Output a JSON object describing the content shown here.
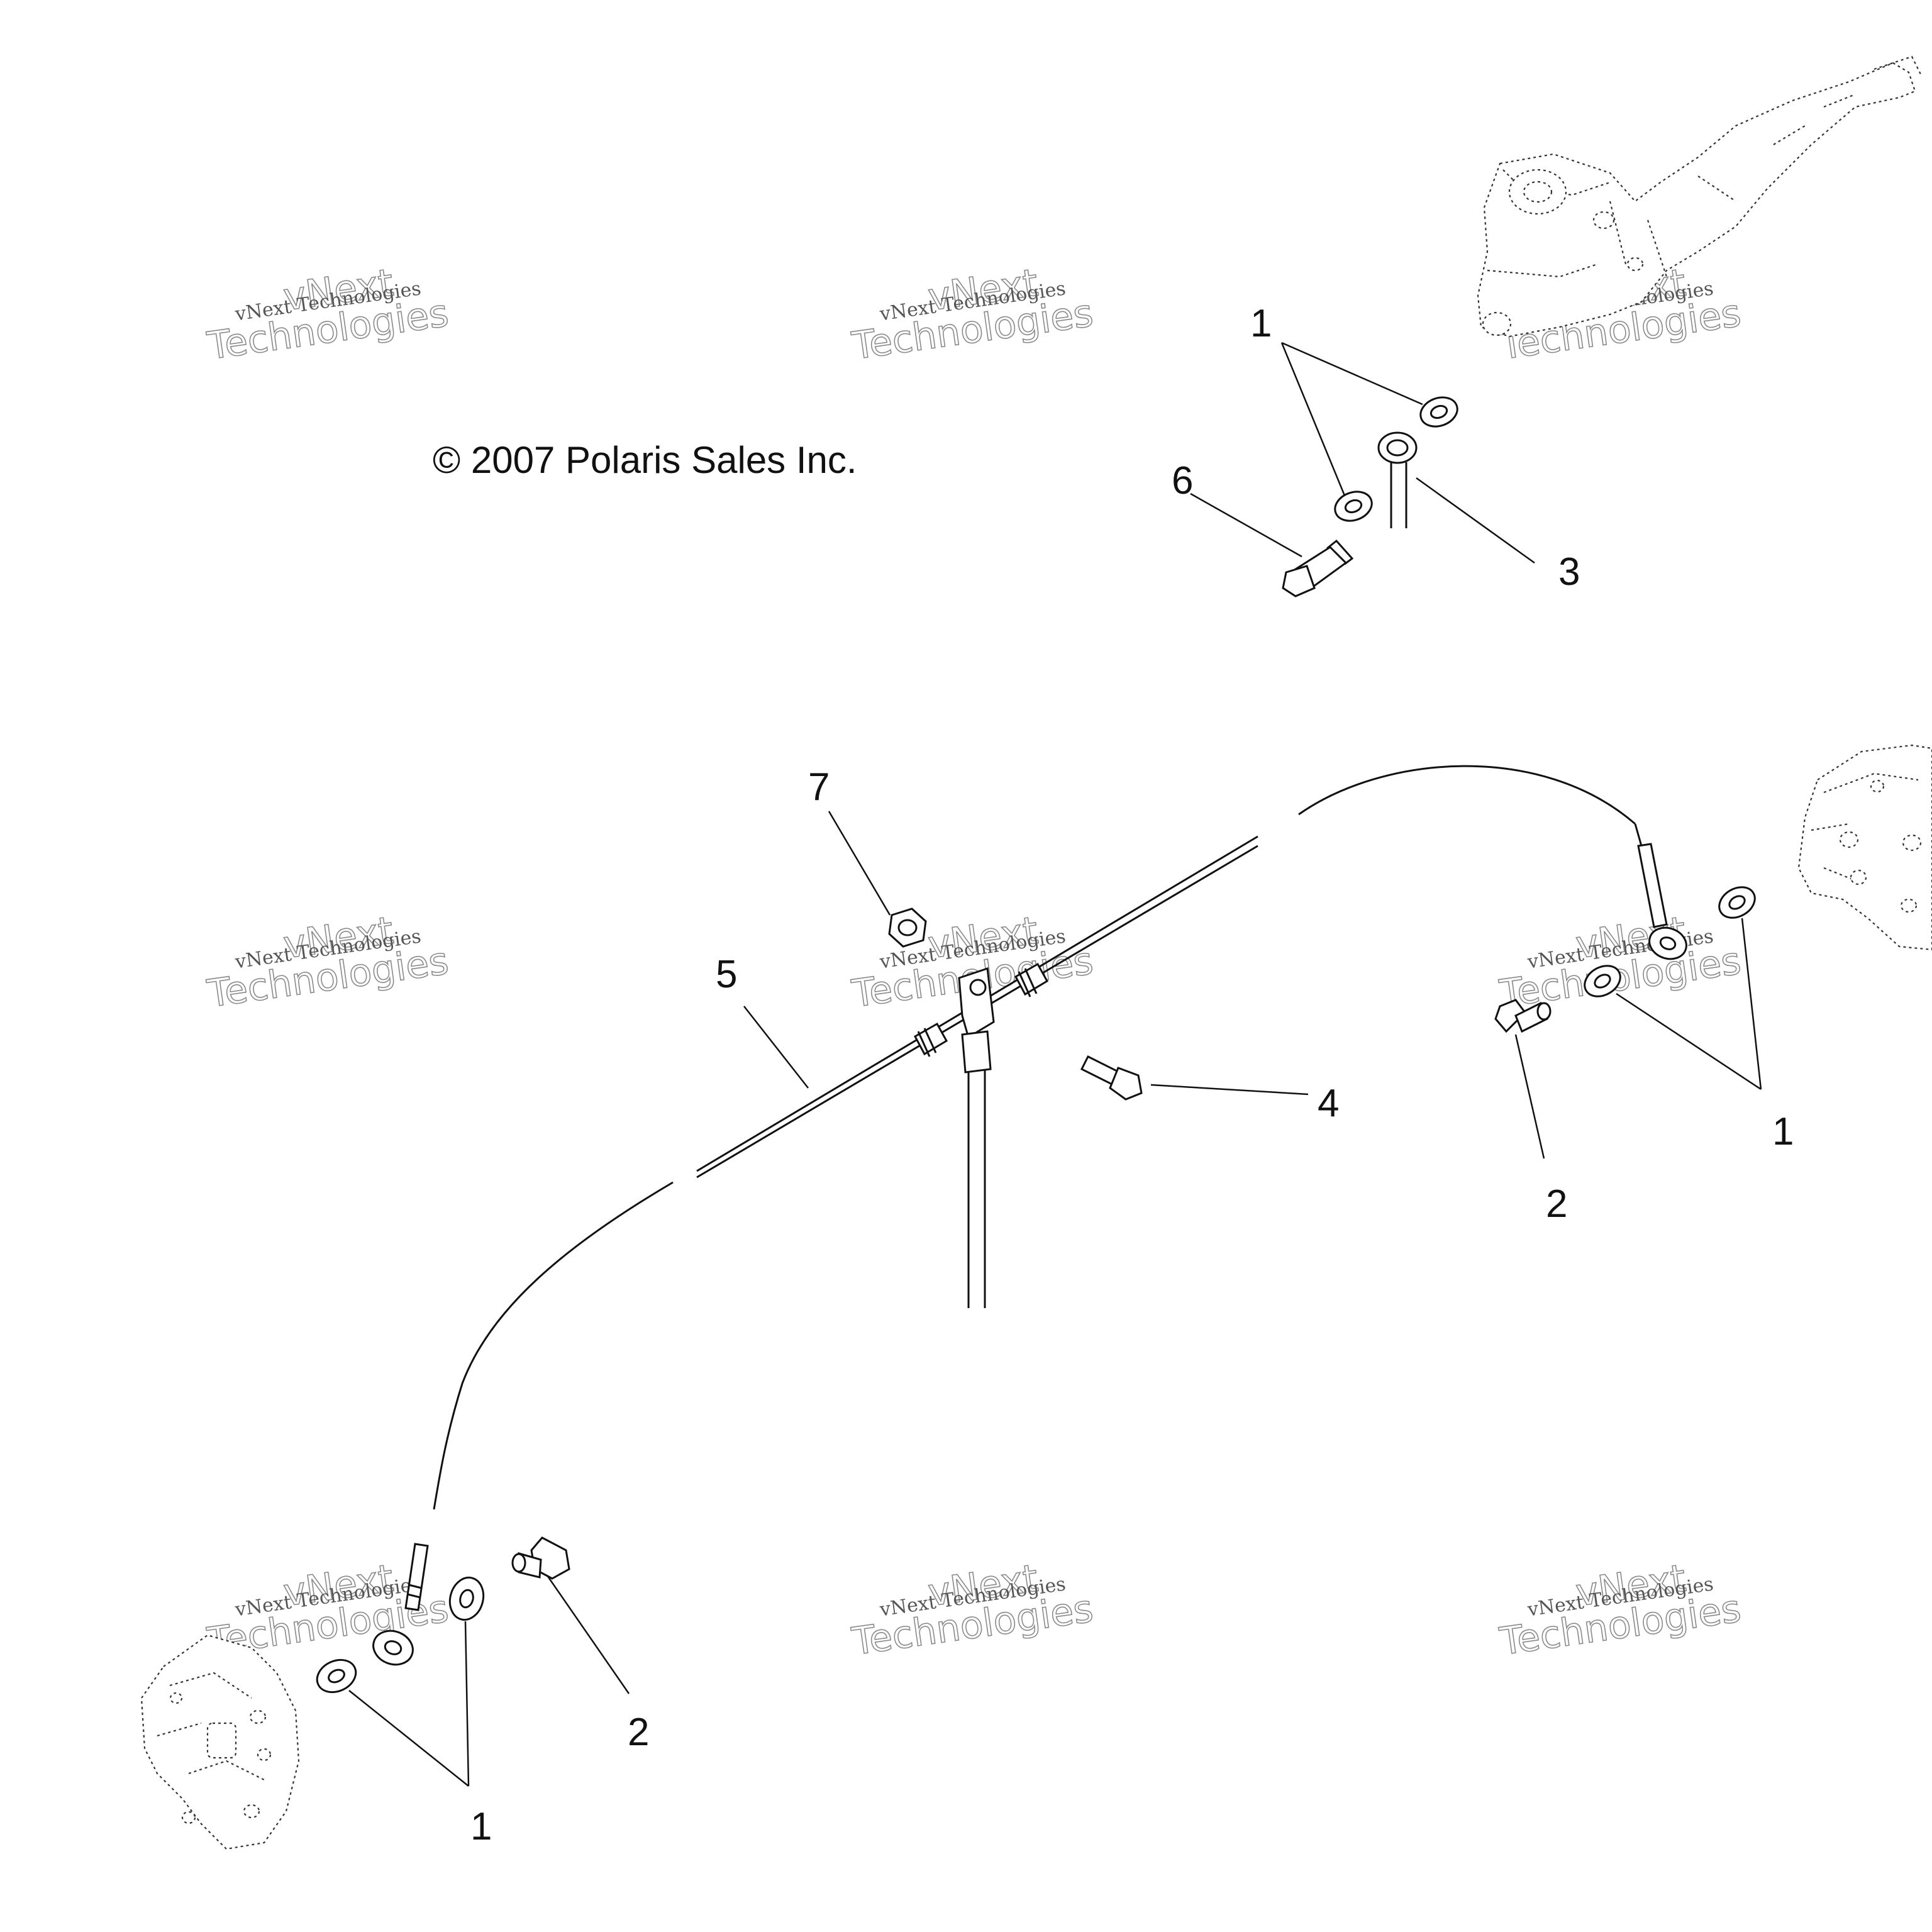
{
  "copyright": "© 2007 Polaris Sales Inc.",
  "watermark": {
    "line1": "vNext Technologies",
    "line2": "vNext",
    "line3": "Technologies"
  },
  "callouts": {
    "c1_top": "1",
    "c6": "6",
    "c3": "3",
    "c7": "7",
    "c5": "5",
    "c4": "4",
    "c2_right": "2",
    "c1_right": "1",
    "c2_bottom": "2",
    "c1_bottom": "1"
  },
  "icons": [
    "brake-lever-master-cylinder",
    "brake-caliper",
    "brake-line",
    "tee-fitting",
    "banjo-bolt",
    "sealing-washer",
    "nut"
  ]
}
